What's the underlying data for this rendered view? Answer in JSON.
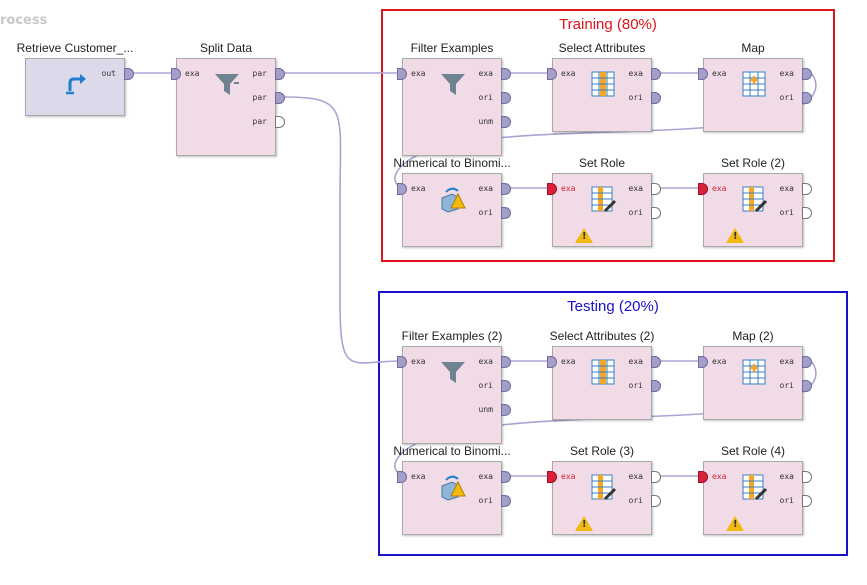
{
  "process_label": "rocess",
  "groups": {
    "training": {
      "title": "Training (80%)",
      "color": "#e0121a"
    },
    "testing": {
      "title": "Testing (20%)",
      "color": "#1a12c8"
    }
  },
  "colors": {
    "operator_bg": "#f1dbe7",
    "retrieve_bg": "#dcdaea",
    "wire": "#a9a3d6",
    "port": "#a49ec8",
    "warning": "#f2b90e"
  },
  "operators": {
    "retrieve": {
      "title": "Retrieve Customer_...",
      "icon": "retrieve-arrow-icon",
      "out": [
        "out"
      ]
    },
    "split": {
      "title": "Split Data",
      "icon": "funnel-icon",
      "in": [
        "exa"
      ],
      "out": [
        "par",
        "par",
        "par"
      ]
    },
    "filter": {
      "title": "Filter Examples",
      "icon": "funnel-icon",
      "in": [
        "exa"
      ],
      "out": [
        "exa",
        "ori",
        "unm"
      ]
    },
    "select": {
      "title": "Select Attributes",
      "icon": "attribute-table-icon",
      "in": [
        "exa"
      ],
      "out": [
        "exa",
        "ori"
      ]
    },
    "map": {
      "title": "Map",
      "icon": "map-table-icon",
      "in": [
        "exa"
      ],
      "out": [
        "exa",
        "ori"
      ]
    },
    "num2bin": {
      "title": "Numerical to Binomi...",
      "icon": "convert-cube-icon",
      "in": [
        "exa"
      ],
      "out": [
        "exa",
        "ori"
      ]
    },
    "setrole": {
      "title": "Set Role",
      "icon": "set-role-table-icon",
      "in": [
        "exa"
      ],
      "out": [
        "exa",
        "ori"
      ],
      "warning": "!"
    },
    "setrole2": {
      "title": "Set Role (2)",
      "icon": "set-role-table-icon",
      "in": [
        "exa"
      ],
      "out": [
        "exa",
        "ori"
      ],
      "warning": "!"
    },
    "filter2": {
      "title": "Filter Examples (2)",
      "icon": "funnel-icon",
      "in": [
        "exa"
      ],
      "out": [
        "exa",
        "ori",
        "unm"
      ]
    },
    "select2": {
      "title": "Select Attributes (2)",
      "icon": "attribute-table-icon",
      "in": [
        "exa"
      ],
      "out": [
        "exa",
        "ori"
      ]
    },
    "map2": {
      "title": "Map (2)",
      "icon": "map-table-icon",
      "in": [
        "exa"
      ],
      "out": [
        "exa",
        "ori"
      ]
    },
    "num2bin2": {
      "title": "Numerical to Binomi...",
      "icon": "convert-cube-icon",
      "in": [
        "exa"
      ],
      "out": [
        "exa",
        "ori"
      ]
    },
    "setrole3": {
      "title": "Set Role (3)",
      "icon": "set-role-table-icon",
      "in": [
        "exa"
      ],
      "out": [
        "exa",
        "ori"
      ],
      "warning": "!"
    },
    "setrole4": {
      "title": "Set Role (4)",
      "icon": "set-role-table-icon",
      "in": [
        "exa"
      ],
      "out": [
        "exa",
        "ori"
      ],
      "warning": "!"
    }
  }
}
